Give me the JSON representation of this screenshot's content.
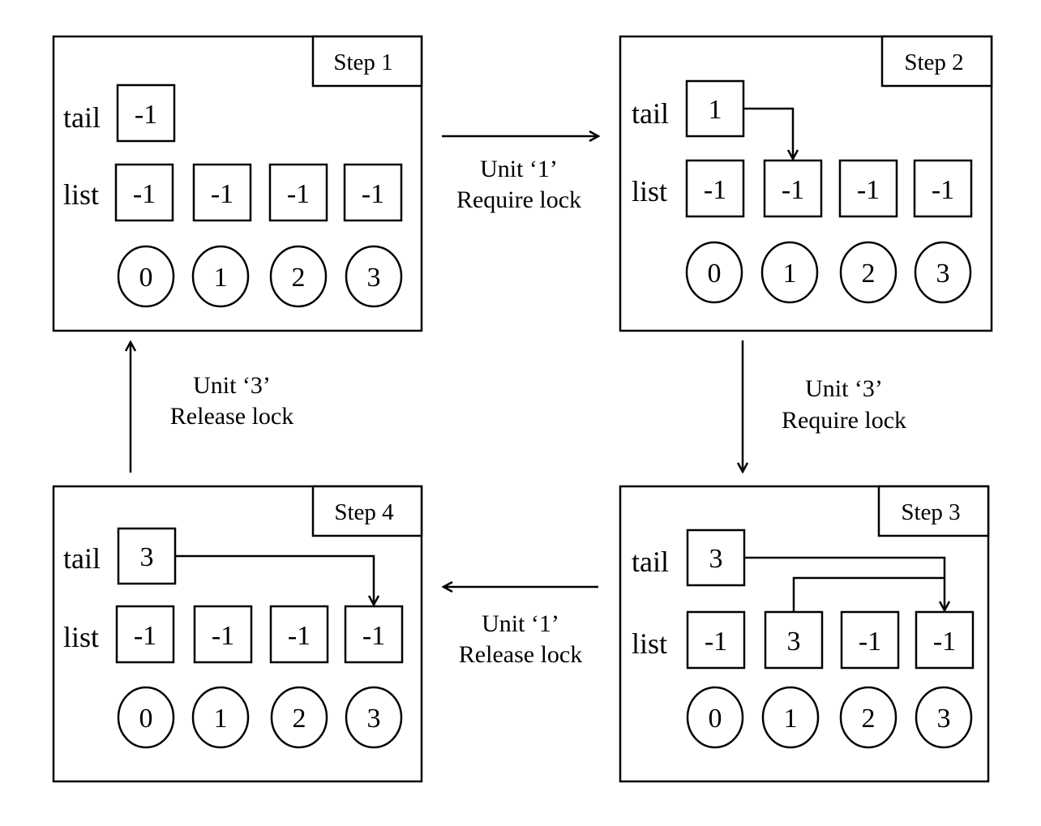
{
  "steps": [
    {
      "title": "Step 1",
      "tail_label": "tail",
      "tail_value": "-1",
      "list_label": "list",
      "list": [
        "-1",
        "-1",
        "-1",
        "-1"
      ],
      "indices": [
        "0",
        "1",
        "2",
        "3"
      ]
    },
    {
      "title": "Step 2",
      "tail_label": "tail",
      "tail_value": "1",
      "list_label": "list",
      "list": [
        "-1",
        "-1",
        "-1",
        "-1"
      ],
      "indices": [
        "0",
        "1",
        "2",
        "3"
      ]
    },
    {
      "title": "Step 3",
      "tail_label": "tail",
      "tail_value": "3",
      "list_label": "list",
      "list": [
        "-1",
        "3",
        "-1",
        "-1"
      ],
      "indices": [
        "0",
        "1",
        "2",
        "3"
      ]
    },
    {
      "title": "Step 4",
      "tail_label": "tail",
      "tail_value": "3",
      "list_label": "list",
      "list": [
        "-1",
        "-1",
        "-1",
        "-1"
      ],
      "indices": [
        "0",
        "1",
        "2",
        "3"
      ]
    }
  ],
  "transitions": {
    "step1_to_step2": {
      "line1": "Unit ‘1’",
      "line2": "Require lock"
    },
    "step2_to_step3": {
      "line1": "Unit ‘3’",
      "line2": "Require lock"
    },
    "step3_to_step4": {
      "line1": "Unit ‘1’",
      "line2": "Release lock"
    },
    "step4_to_step1": {
      "line1": "Unit ‘3’",
      "line2": "Release lock"
    }
  }
}
